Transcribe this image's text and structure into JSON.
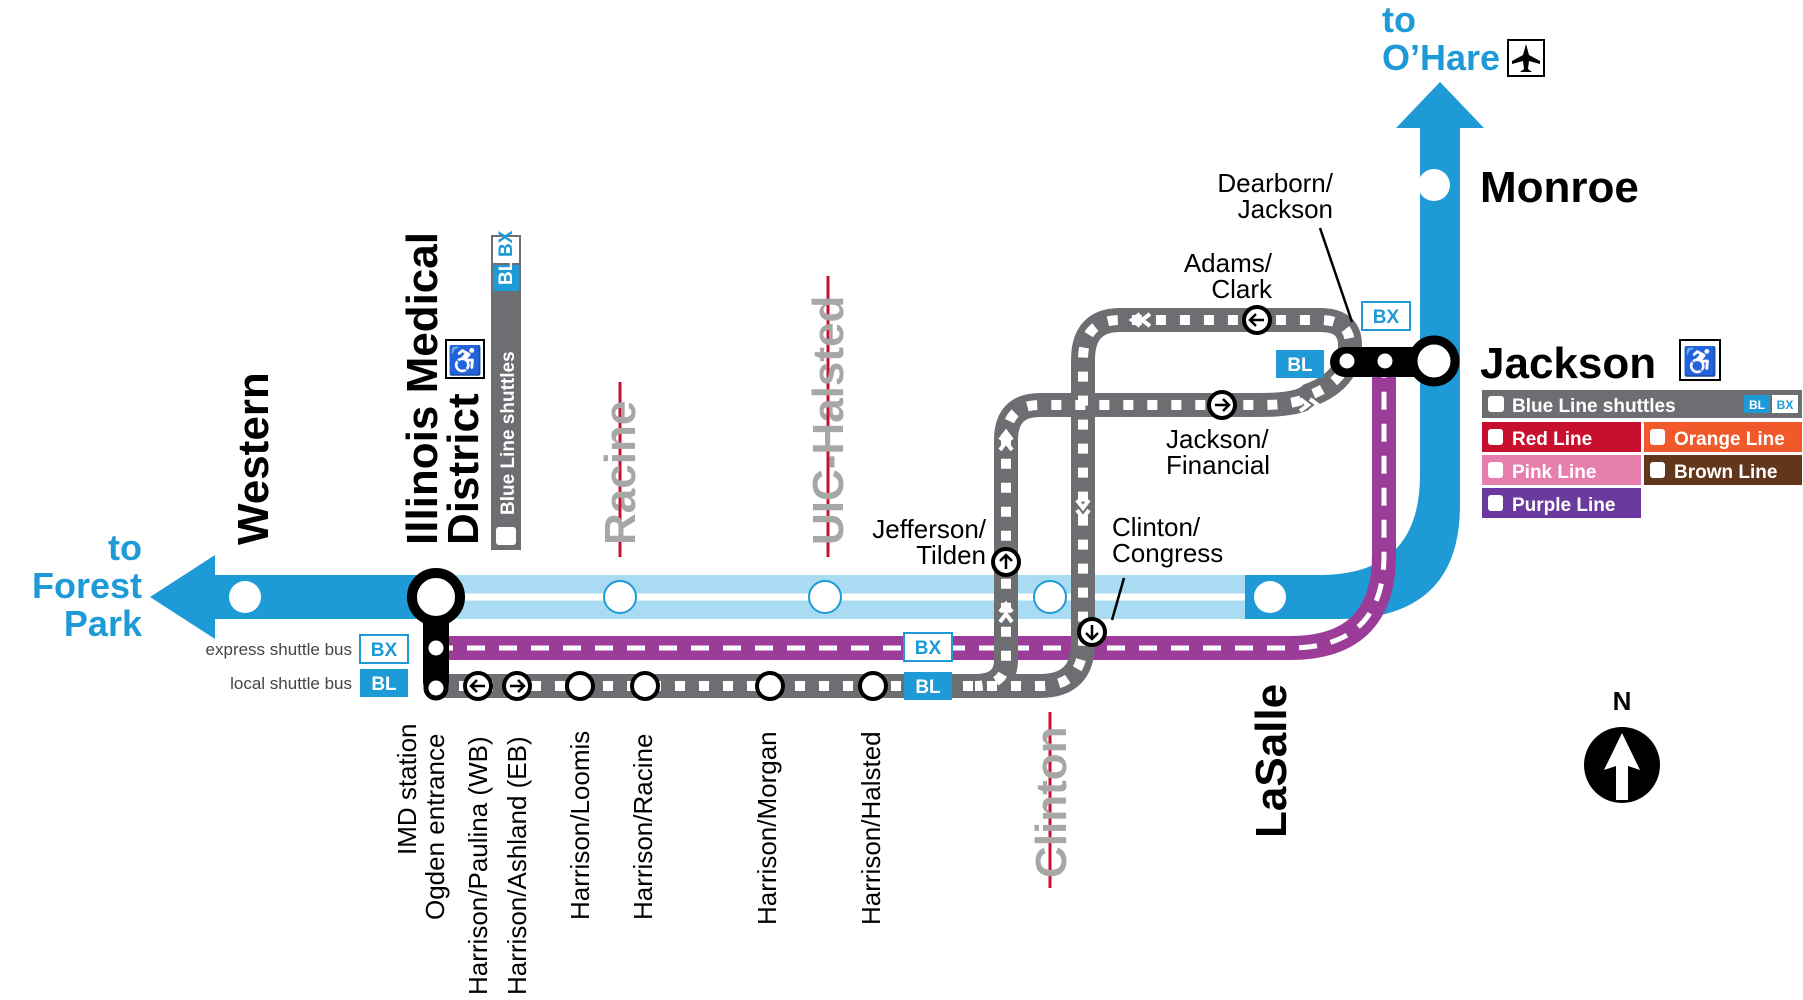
{
  "colors": {
    "blue": "#1e9ad6",
    "light_blue": "#a9dcf3",
    "purple": "#9b3d98",
    "gray": "#6d6e71",
    "red": "#c8102e",
    "orange": "#f1592a",
    "pink": "#e77fae",
    "brown": "#62361b",
    "closed_text": "#a7a7a7"
  },
  "directions": {
    "north": [
      "to",
      "O’Hare"
    ],
    "west": [
      "to",
      "Forest",
      "Park"
    ]
  },
  "stations": {
    "western": "Western",
    "imd": [
      "Illinois Medical",
      "District"
    ],
    "racine": "Racine",
    "uic_halsted": "UIC-Halsted",
    "clinton": "Clinton",
    "lasalle": "LaSalle",
    "jackson": "Jackson",
    "monroe": "Monroe"
  },
  "imd_badge": {
    "label": "Blue Line shuttles",
    "bl": "BL",
    "bx": "BX"
  },
  "shuttle_labels": {
    "express": "express shuttle bus",
    "local": "local shuttle bus",
    "bx": "BX",
    "bl": "BL"
  },
  "shuttle_stops": {
    "imd": [
      "IMD station",
      "Ogden entrance"
    ],
    "paulina": "Harrison/Paulina (WB)",
    "ashland": "Harrison/Ashland (EB)",
    "loomis": "Harrison/Loomis",
    "h_racine": "Harrison/Racine",
    "morgan": "Harrison/Morgan",
    "h_halsted": "Harrison/Halsted",
    "jefferson": [
      "Jefferson/",
      "Tilden"
    ],
    "clinton_congress": [
      "Clinton/",
      "Congress"
    ],
    "jackson_financial": [
      "Jackson/",
      "Financial"
    ],
    "adams": [
      "Adams/",
      "Clark"
    ],
    "dearborn": [
      "Dearborn/",
      "Jackson"
    ]
  },
  "legend": {
    "shuttles": "Blue Line shuttles",
    "bl": "BL",
    "bx": "BX",
    "red": "Red Line",
    "orange": "Orange Line",
    "pink": "Pink Line",
    "brown": "Brown Line",
    "purple": "Purple Line"
  },
  "compass": "N"
}
